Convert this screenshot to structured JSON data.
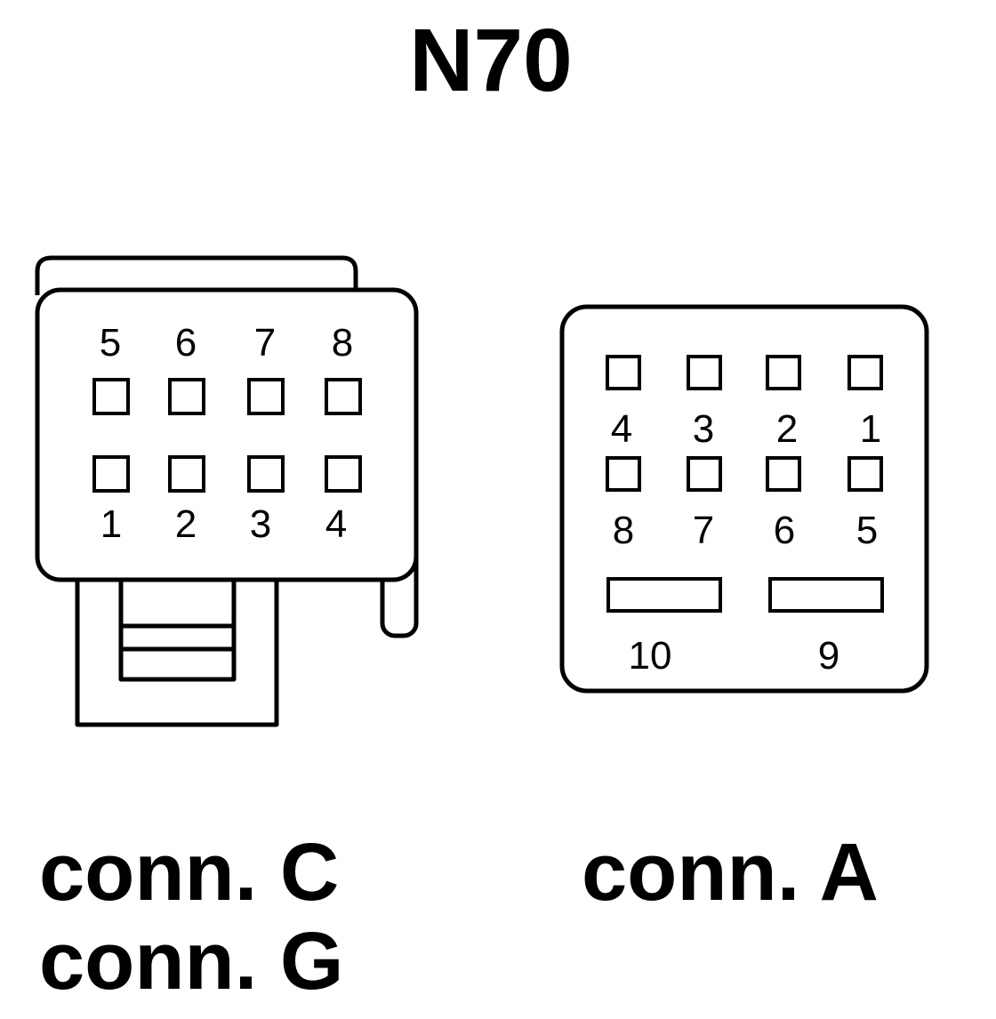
{
  "title": "N70",
  "connector_left": {
    "captions": [
      "conn. C",
      "conn. G"
    ],
    "top_row_pins": [
      "5",
      "6",
      "7",
      "8"
    ],
    "bottom_row_pins": [
      "1",
      "2",
      "3",
      "4"
    ]
  },
  "connector_right": {
    "caption": "conn. A",
    "top_row_pins": [
      "4",
      "3",
      "2",
      "1"
    ],
    "bottom_row_pins": [
      "8",
      "7",
      "6",
      "5"
    ],
    "wide_pins": [
      "10",
      "9"
    ]
  },
  "colors": {
    "line": "#000000",
    "background": "#ffffff"
  }
}
